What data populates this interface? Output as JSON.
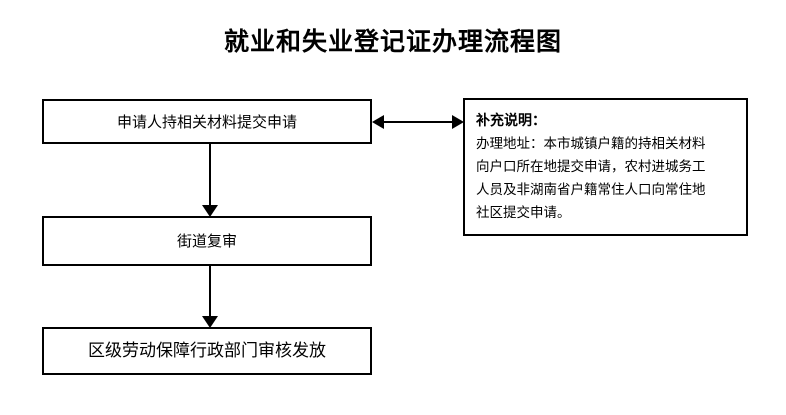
{
  "title": "就业和失业登记证办理流程图",
  "flow": {
    "steps": [
      {
        "label": "申请人持相关材料提交申请"
      },
      {
        "label": "街道复审"
      },
      {
        "label": "区级劳动保障行政部门审核发放"
      }
    ]
  },
  "note": {
    "heading": "补充说明：",
    "lines": [
      "办理地址：本市城镇户籍的持相关材料",
      "向户口所在地提交申请，农村进城务工",
      "人员及非湖南省户籍常住人口向常住地",
      "社区提交申请。"
    ]
  },
  "colors": {
    "background": "#ffffff",
    "stroke": "#000000",
    "text": "#000000",
    "box_fill": "#ffffff"
  }
}
